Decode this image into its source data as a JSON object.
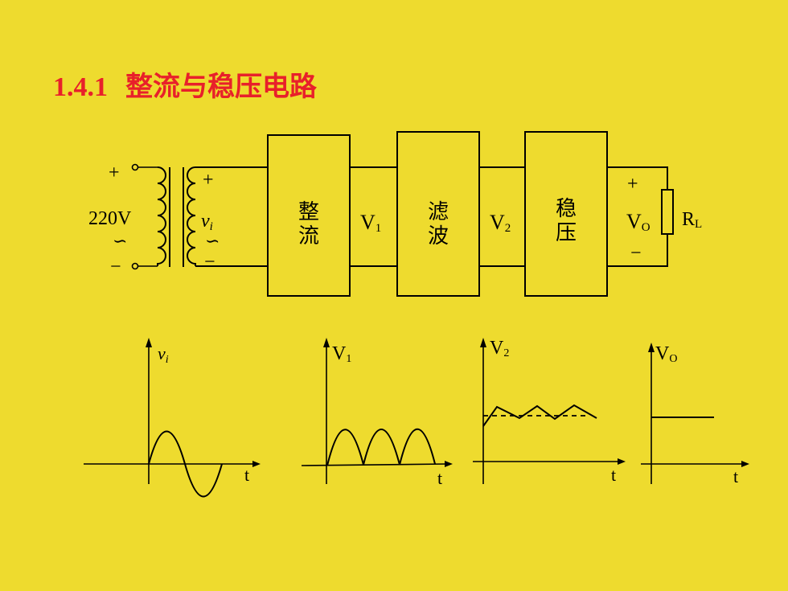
{
  "title": {
    "number": "1.4.1",
    "text": "整流与稳压电路"
  },
  "colors": {
    "background": "#EEDB2E",
    "title": "#E8202A",
    "ink": "#000000"
  },
  "source": {
    "plus": "+",
    "minus": "−",
    "voltage": "220V",
    "ac": "∽"
  },
  "secondary": {
    "plus": "+",
    "minus": "−",
    "label": "v",
    "sub": "i",
    "ac": "∽"
  },
  "blocks": [
    {
      "line1": "整",
      "line2": "流"
    },
    {
      "line1": "滤",
      "line2": "波"
    },
    {
      "line1": "稳",
      "line2": "压"
    }
  ],
  "nodes": {
    "v1": {
      "main": "V",
      "sub": "1"
    },
    "v2": {
      "main": "V",
      "sub": "2"
    },
    "vo": {
      "main": "V",
      "sub": "O",
      "plus": "+",
      "minus": "−"
    }
  },
  "load": {
    "main": "R",
    "sub": "L"
  },
  "waveforms": [
    {
      "name": "vi",
      "label": "v",
      "sub": "i",
      "t": "t"
    },
    {
      "name": "v1",
      "label": "V",
      "sub": "1",
      "t": "t"
    },
    {
      "name": "v2",
      "label": "V",
      "sub": "2",
      "t": "t"
    },
    {
      "name": "vo",
      "label": "V",
      "sub": "O",
      "t": "t"
    }
  ]
}
